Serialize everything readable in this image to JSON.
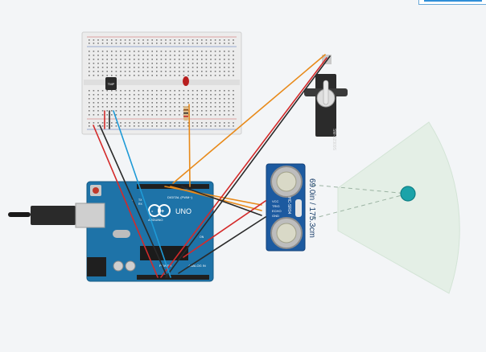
{
  "board": {
    "brand": "ARDUINO",
    "model": "UNO",
    "digital_label": "DIGITAL (PWM~)",
    "power_label": "POWER",
    "analog_label": "ANALOG IN",
    "tx_label": "TX",
    "rx_label": "RX",
    "l_label": "L",
    "on_label": "ON"
  },
  "sensor": {
    "name": "HC-SR04",
    "pins": [
      "VCC",
      "TRIG",
      "ECHO",
      "GND"
    ],
    "distance_readout": "69.0in / 175.3cm"
  },
  "servo": {
    "name": "SM-S2309S"
  },
  "breadboard": {
    "ic_label": "TMP"
  },
  "colors": {
    "canvas_bg": "#f3f5f7",
    "breadboard": "#e9e9e9",
    "arduino": "#1e73a8",
    "sensor_board": "#1c5aa0",
    "sensor_range": "#e4efe6",
    "target": "#1ba3a9",
    "wire_orange": "#e88a1a",
    "wire_red": "#d42a2a",
    "wire_black": "#2a2a2a",
    "wire_blue": "#1e9ad6"
  }
}
